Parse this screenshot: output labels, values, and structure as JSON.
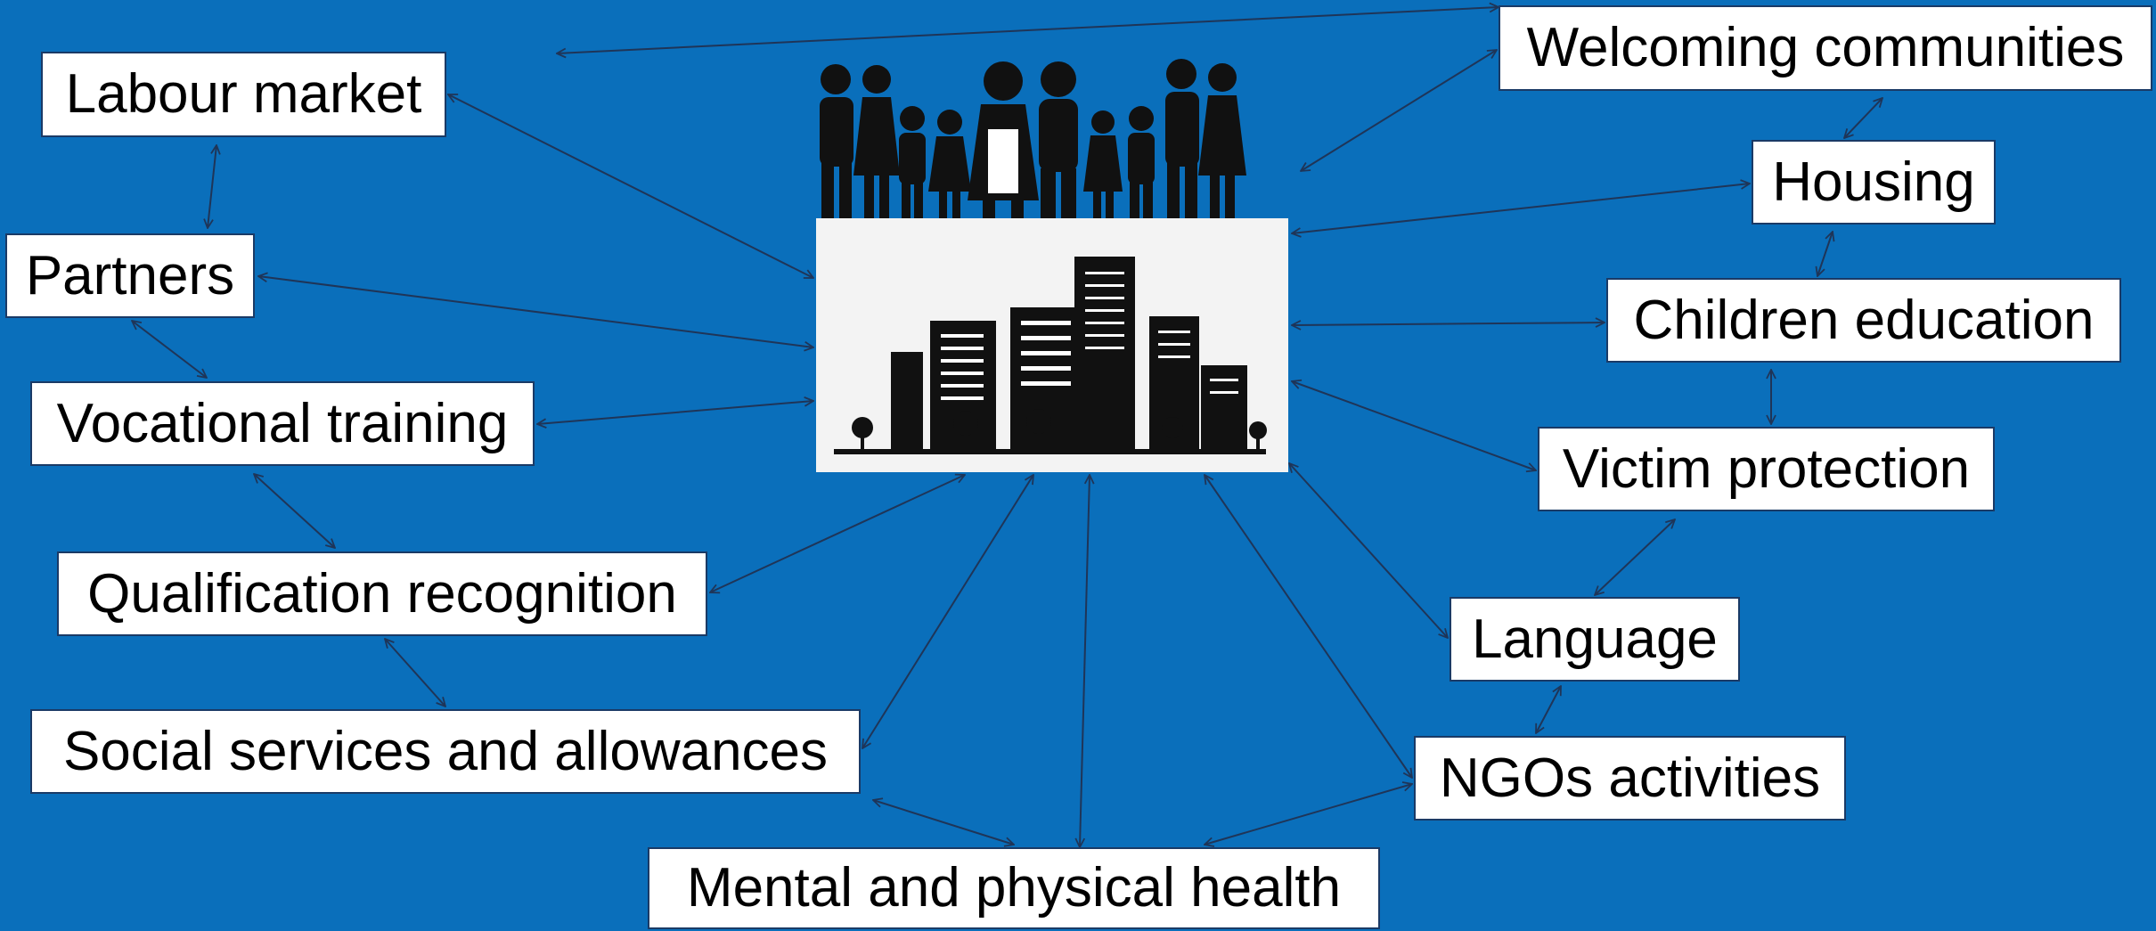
{
  "nodes": [
    {
      "id": "labour-market",
      "label": "Labour market"
    },
    {
      "id": "partners",
      "label": "Partners"
    },
    {
      "id": "vocational-training",
      "label": "Vocational training"
    },
    {
      "id": "qualification-recognition",
      "label": "Qualification recognition"
    },
    {
      "id": "social-services",
      "label": "Social services and allowances"
    },
    {
      "id": "mental-physical-health",
      "label": "Mental and physical health"
    },
    {
      "id": "ngos-activities",
      "label": "NGOs activities"
    },
    {
      "id": "language",
      "label": "Language"
    },
    {
      "id": "victim-protection",
      "label": "Victim protection"
    },
    {
      "id": "children-education",
      "label": "Children education"
    },
    {
      "id": "housing",
      "label": "Housing"
    },
    {
      "id": "welcoming-communities",
      "label": "Welcoming communities"
    }
  ],
  "center": {
    "icon": "family-and-city-icon"
  },
  "connections": [
    [
      "labour-market",
      "center"
    ],
    [
      "partners",
      "center"
    ],
    [
      "vocational-training",
      "center"
    ],
    [
      "qualification-recognition",
      "center"
    ],
    [
      "social-services",
      "center"
    ],
    [
      "mental-physical-health",
      "center"
    ],
    [
      "ngos-activities",
      "center"
    ],
    [
      "language",
      "center"
    ],
    [
      "victim-protection",
      "center"
    ],
    [
      "children-education",
      "center"
    ],
    [
      "housing",
      "center"
    ],
    [
      "welcoming-communities",
      "center"
    ],
    [
      "labour-market",
      "partners"
    ],
    [
      "partners",
      "vocational-training"
    ],
    [
      "vocational-training",
      "qualification-recognition"
    ],
    [
      "qualification-recognition",
      "social-services"
    ],
    [
      "social-services",
      "mental-physical-health"
    ],
    [
      "mental-physical-health",
      "ngos-activities"
    ],
    [
      "ngos-activities",
      "language"
    ],
    [
      "language",
      "victim-protection"
    ],
    [
      "victim-protection",
      "children-education"
    ],
    [
      "children-education",
      "housing"
    ],
    [
      "housing",
      "welcoming-communities"
    ],
    [
      "welcoming-communities",
      "labour-market"
    ]
  ],
  "colors": {
    "background": "#0a6fbb",
    "box_fill": "#ffffff",
    "box_border": "#1a3a66",
    "arrow": "#1f3558",
    "text": "#000000"
  }
}
